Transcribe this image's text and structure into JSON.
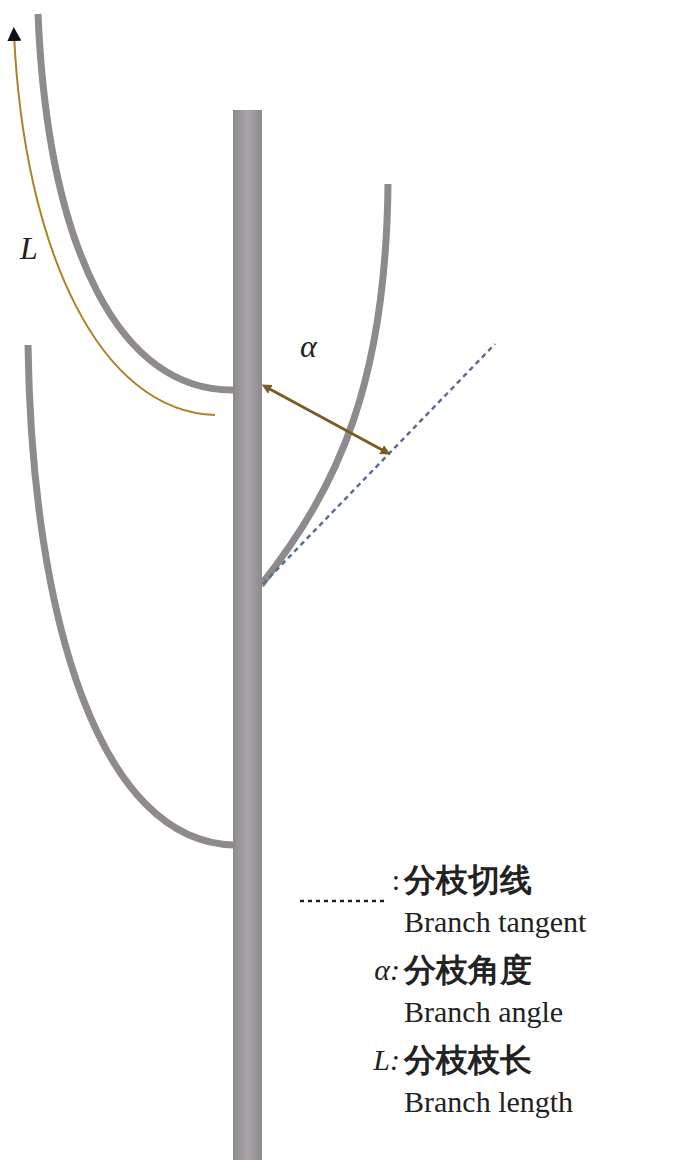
{
  "diagram": {
    "labels": [
      "L",
      "α",
      ":",
      "α:",
      "L:"
    ],
    "legend": [
      {
        "text": "分枝切线 Branch tangent"
      },
      {
        "text": "分枝角度 Branch angle"
      },
      {
        "text": "分枝枝长 Branch length"
      }
    ]
  }
}
